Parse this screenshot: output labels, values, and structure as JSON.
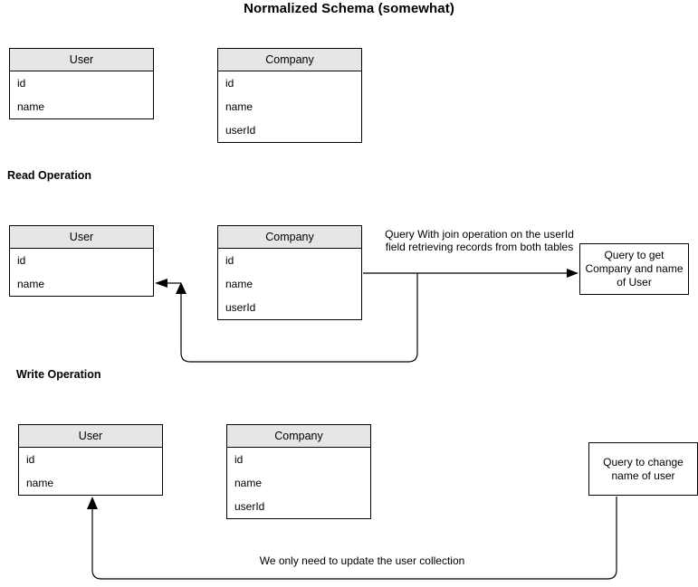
{
  "page": {
    "title": "Normalized Schema (somewhat)"
  },
  "sections": {
    "read": {
      "title": "Read Operation"
    },
    "write": {
      "title": "Write Operation"
    }
  },
  "entities": {
    "user": {
      "name": "User",
      "fields": [
        "id",
        "name"
      ]
    },
    "company": {
      "name": "Company",
      "fields": [
        "id",
        "name",
        "userId"
      ]
    }
  },
  "notes": {
    "read_query": "Query to get Company and name of User",
    "write_query": "Query to change name of user"
  },
  "labels": {
    "join_query": "Query With join operation on the userId field retrieving records from both tables",
    "update_only_user": "We only need to update the user collection"
  },
  "colors": {
    "header_fill": "#e6e6e6",
    "stroke": "#000000",
    "background": "#ffffff"
  }
}
